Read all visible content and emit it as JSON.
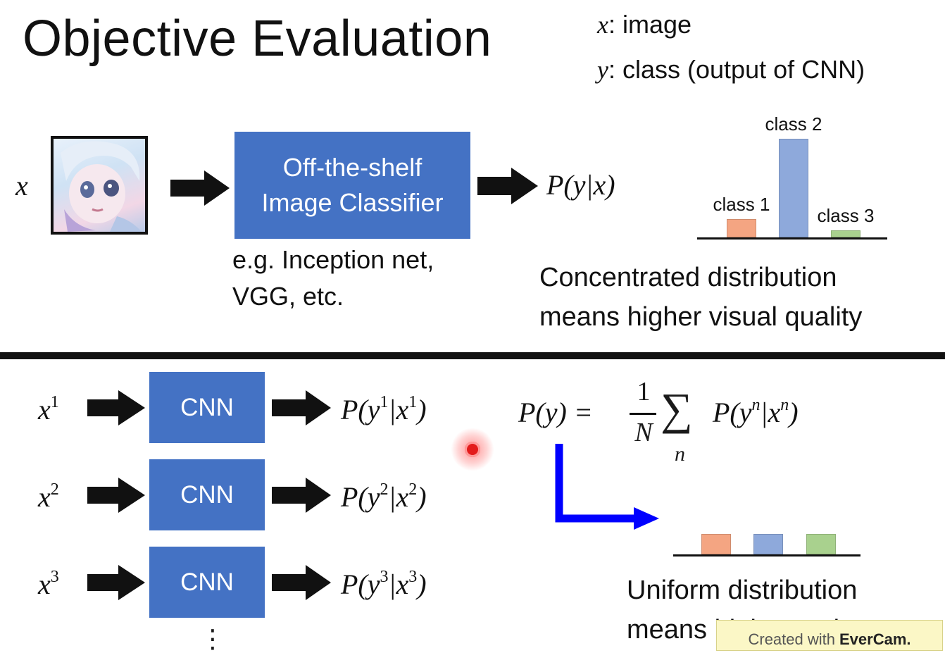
{
  "slide": {
    "title": "Objective Evaluation",
    "legend": {
      "x_sym": "x",
      "x_text": ": image",
      "y_sym": "y",
      "y_text": ": class (output of CNN)"
    },
    "top": {
      "input_label": "x",
      "classifier_line1": "Off-the-shelf",
      "classifier_line2": "Image Classifier",
      "example_line1": "e.g. Inception net,",
      "example_line2": "VGG, etc.",
      "output": "P(y|x)",
      "class_labels": [
        "class 1",
        "class 2",
        "class 3"
      ],
      "caption_line1": "Concentrated distribution",
      "caption_line2": "means higher visual quality"
    },
    "bottom": {
      "rows": [
        {
          "input": "x",
          "sup": "1",
          "box": "CNN",
          "out_y": "y",
          "out_x": "x"
        },
        {
          "input": "x",
          "sup": "2",
          "box": "CNN",
          "out_y": "y",
          "out_x": "x"
        },
        {
          "input": "x",
          "sup": "3",
          "box": "CNN",
          "out_y": "y",
          "out_x": "x"
        }
      ],
      "ellipsis": "⋮",
      "formula_lhs": "P(y) =",
      "formula_num": "1",
      "formula_den": "N",
      "formula_sum": "∑",
      "formula_sub": "n",
      "formula_rhs": "P(y",
      "formula_rhs_sup1": "n",
      "formula_rhs_mid": "|x",
      "formula_rhs_sup2": "n",
      "formula_rhs_end": ")",
      "caption_line1": "Uniform distribution",
      "caption_line2": "means higher variety"
    },
    "watermark_prefix": "Created with",
    "watermark_brand": "EverCam."
  },
  "colors": {
    "box_blue": "#4472c4",
    "orange": "#f4a582",
    "blue": "#8ea9db",
    "green": "#a9d18e",
    "arrow_blue": "#0000ff"
  },
  "chart_data": [
    {
      "type": "bar",
      "categories": [
        "class 1",
        "class 2",
        "class 3"
      ],
      "values": [
        0.18,
        0.95,
        0.07
      ],
      "colors": [
        "#f4a582",
        "#8ea9db",
        "#a9d18e"
      ]
    },
    {
      "type": "bar",
      "categories": [
        "",
        "",
        ""
      ],
      "values": [
        0.33,
        0.33,
        0.33
      ],
      "colors": [
        "#f4a582",
        "#8ea9db",
        "#a9d18e"
      ]
    }
  ]
}
